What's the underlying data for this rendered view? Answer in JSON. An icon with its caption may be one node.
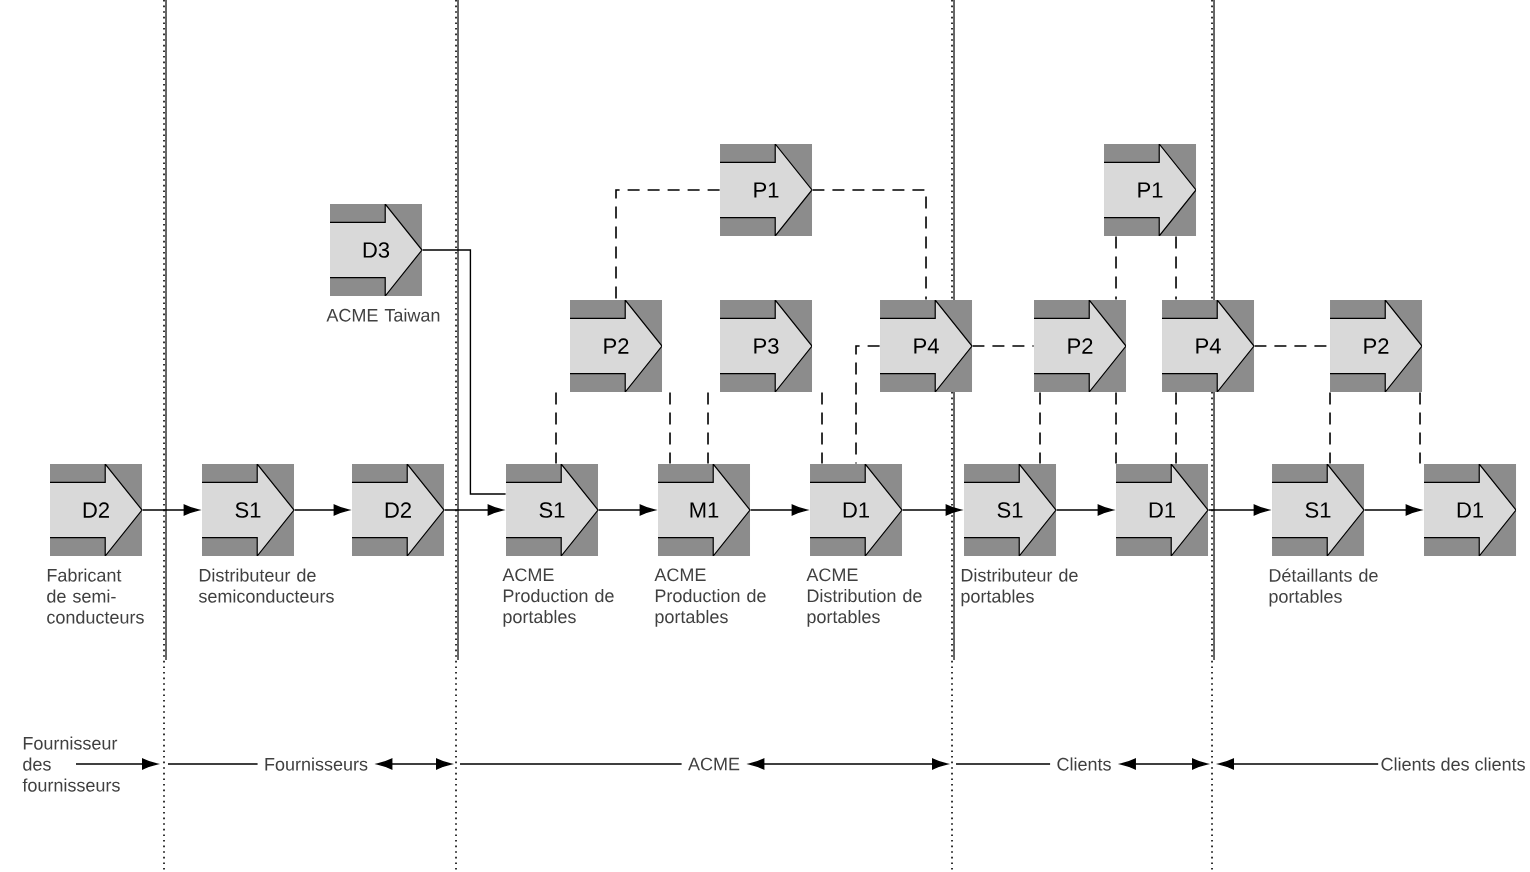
{
  "diagram": {
    "nodes": [
      {
        "text": [
          "D2"
        ],
        "beside": [
          "Fabricant de semi-conducteurs"
        ]
      },
      {
        "text": [
          "S1"
        ],
        "beside": [
          "Distributeur de semiconducteurs"
        ]
      },
      {
        "text": [
          "D2"
        ]
      },
      {
        "text": [
          "D3"
        ],
        "beside": [
          "ACME Taiwan"
        ]
      },
      {
        "text": [
          "S1"
        ],
        "beside": [
          "ACME Production de portables"
        ]
      },
      {
        "text": [
          "M1"
        ],
        "beside": [
          "ACME Production de portables"
        ]
      },
      {
        "text": [
          "D1"
        ],
        "beside": [
          "ACME Distribution de portables"
        ]
      },
      {
        "text": [
          "S1"
        ],
        "beside": [
          "Distributeur de portables"
        ]
      },
      {
        "text": [
          "D1"
        ]
      },
      {
        "text": [
          "S1"
        ],
        "beside": [
          "Détaillants de portables"
        ]
      },
      {
        "text": [
          "D1"
        ]
      },
      {
        "text": [
          "P1"
        ]
      },
      {
        "text": [
          "P2"
        ]
      },
      {
        "text": [
          "P3"
        ]
      },
      {
        "text": [
          "P4"
        ]
      },
      {
        "text": [
          "P2"
        ]
      },
      {
        "text": [
          "P1"
        ]
      },
      {
        "text": [
          "P4"
        ]
      },
      {
        "text": [
          "P2"
        ]
      }
    ],
    "edges": [
      {
        "from": 0,
        "to": 1,
        "arrow": "to"
      },
      {
        "from": 1,
        "to": 2,
        "arrow": "to"
      },
      {
        "from": 2,
        "to": 4,
        "arrow": "to"
      },
      {
        "from": 4,
        "to": 5,
        "arrow": "to"
      },
      {
        "from": 5,
        "to": 6,
        "arrow": "to"
      },
      {
        "from": 6,
        "to": 7,
        "arrow": "to"
      },
      {
        "from": 7,
        "to": 8,
        "arrow": "to"
      },
      {
        "from": 8,
        "to": 9,
        "arrow": "to"
      },
      {
        "from": 9,
        "to": 10,
        "arrow": "to"
      },
      {
        "from": 3,
        "to": 4,
        "arrow": "none"
      },
      {
        "from": 11,
        "to": 12,
        "arrow": "none",
        "style": "dashed"
      },
      {
        "from": 11,
        "to": 14,
        "arrow": "none",
        "style": "dashed"
      },
      {
        "from": 12,
        "to": 4,
        "arrow": "none",
        "style": "dashed"
      },
      {
        "from": 12,
        "to": 5,
        "arrow": "none",
        "style": "dashed"
      },
      {
        "from": 13,
        "to": 5,
        "arrow": "none",
        "style": "dashed"
      },
      {
        "from": 13,
        "to": 6,
        "arrow": "none",
        "style": "dashed"
      },
      {
        "from": 14,
        "to": 6,
        "arrow": "none",
        "style": "dashed"
      },
      {
        "from": 14,
        "to": 15,
        "arrow": "none",
        "style": "dashed"
      },
      {
        "from": 15,
        "to": 7,
        "arrow": "none",
        "style": "dashed"
      },
      {
        "from": 16,
        "to": 15,
        "arrow": "none",
        "style": "dashed"
      },
      {
        "from": 15,
        "to": 8,
        "arrow": "none",
        "style": "dashed"
      },
      {
        "from": 16,
        "to": 17,
        "arrow": "none",
        "style": "dashed"
      },
      {
        "from": 17,
        "to": 8,
        "arrow": "none",
        "style": "dashed"
      },
      {
        "from": 17,
        "to": 18,
        "arrow": "none",
        "style": "dashed"
      },
      {
        "from": 18,
        "to": 9,
        "arrow": "none",
        "style": "dashed"
      },
      {
        "from": 18,
        "to": 10,
        "arrow": "none",
        "style": "dashed"
      }
    ],
    "labels": [
      "Fournisseur des fournisseurs",
      "Fournisseurs",
      "ACME",
      "Clients",
      "Clients des clients"
    ]
  }
}
